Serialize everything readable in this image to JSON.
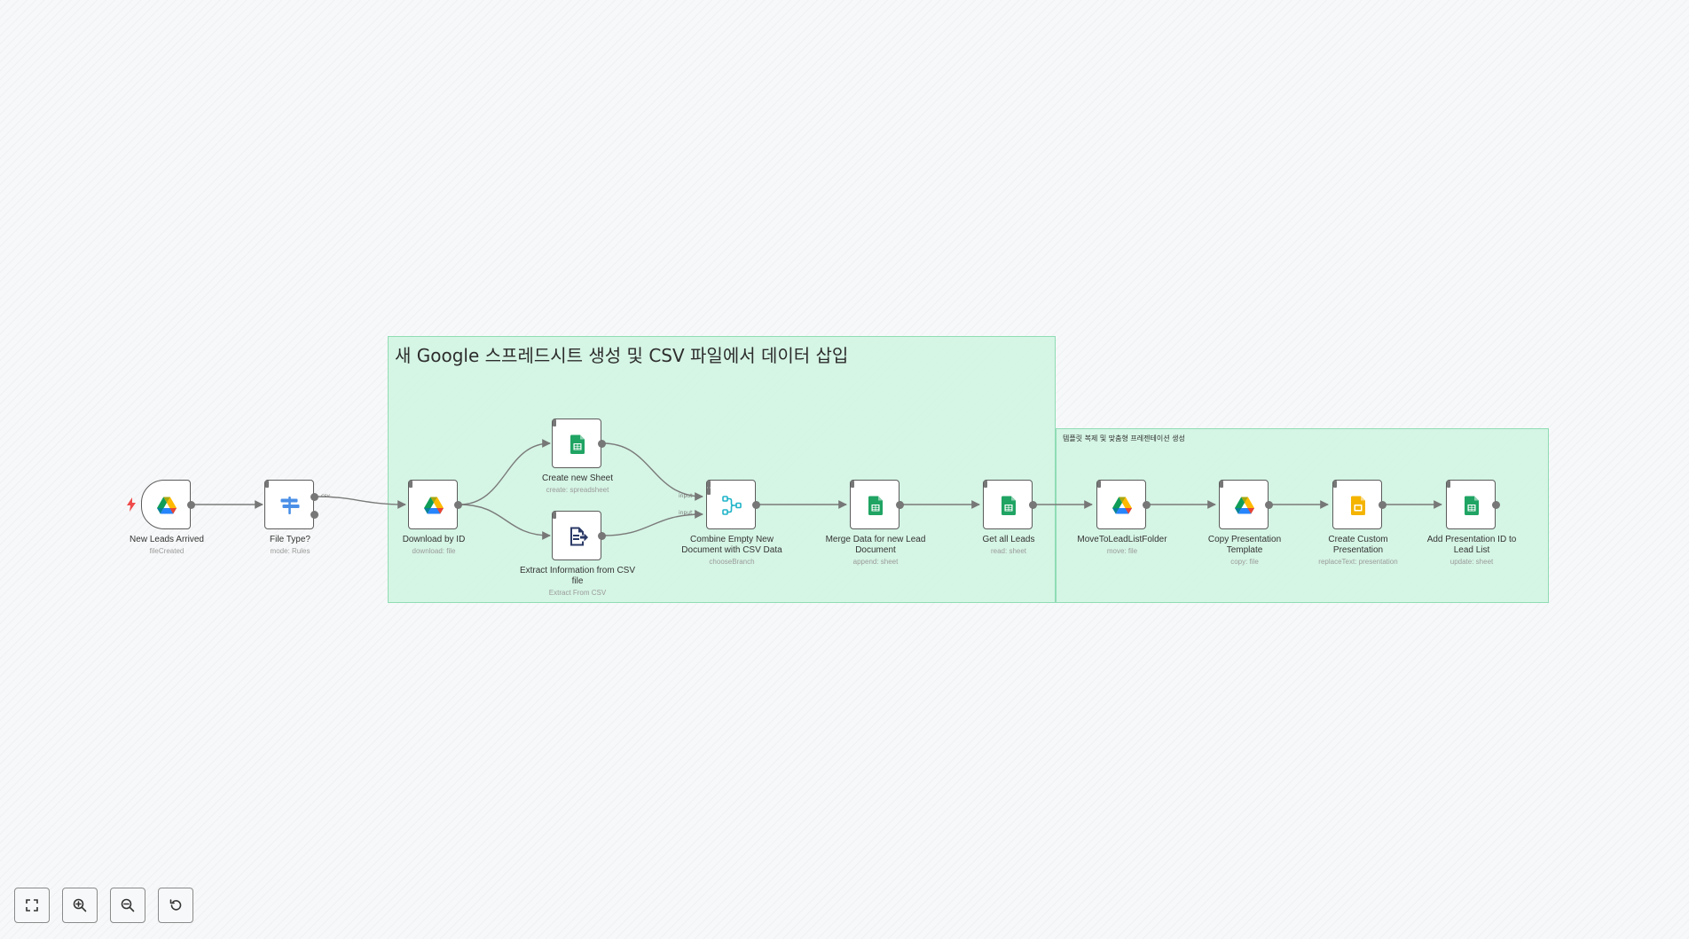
{
  "sticky_notes": [
    {
      "id": "sticky-1",
      "title": "새 Google 스프레드시트 생성 및 CSV 파일에서 데이터 삽입"
    },
    {
      "id": "sticky-2",
      "title": "템플릿 복제 및 맞춤형 프레젠테이션 생성"
    }
  ],
  "nodes": [
    {
      "id": "new-leads",
      "label": "New Leads Arrived",
      "sub": "fileCreated",
      "icon": "google-drive-icon"
    },
    {
      "id": "file-type",
      "label": "File Type?",
      "sub": "mode: Rules",
      "icon": "switch-rules-icon"
    },
    {
      "id": "download",
      "label": "Download by ID",
      "sub": "download: file",
      "icon": "google-drive-icon"
    },
    {
      "id": "create-sheet",
      "label": "Create new Sheet",
      "sub": "create: spreadsheet",
      "icon": "google-sheets-icon"
    },
    {
      "id": "extract-csv",
      "label": "Extract Information from CSV file",
      "sub": "Extract From CSV",
      "icon": "extract-file-icon"
    },
    {
      "id": "combine",
      "label": "Combine Empty New Document with CSV Data",
      "sub": "chooseBranch",
      "icon": "merge-icon"
    },
    {
      "id": "merge-data",
      "label": "Merge Data for new Lead Document",
      "sub": "append: sheet",
      "icon": "google-sheets-icon"
    },
    {
      "id": "get-leads",
      "label": "Get all Leads",
      "sub": "read: sheet",
      "icon": "google-sheets-icon"
    },
    {
      "id": "move-folder",
      "label": "MoveToLeadListFolder",
      "sub": "move: file",
      "icon": "google-drive-icon"
    },
    {
      "id": "copy-template",
      "label": "Copy Presentation Template",
      "sub": "copy: file",
      "icon": "google-drive-icon"
    },
    {
      "id": "create-presentation",
      "label": "Create Custom Presentation",
      "sub": "replaceText: presentation",
      "icon": "google-slides-icon"
    },
    {
      "id": "add-id",
      "label": "Add Presentation ID to Lead List",
      "sub": "update: sheet",
      "icon": "google-sheets-icon"
    }
  ],
  "edge_labels": {
    "csv": "csv",
    "input1": "input 1",
    "input2": "input 2"
  },
  "controls": [
    {
      "id": "fit-view",
      "icon": "fit-view-icon"
    },
    {
      "id": "zoom-in",
      "icon": "zoom-in-icon"
    },
    {
      "id": "zoom-out",
      "icon": "zoom-out-icon"
    },
    {
      "id": "reset-zoom",
      "icon": "undo-icon"
    }
  ],
  "colors": {
    "sticky_fill": "#cdf4e1",
    "sticky_border": "#8fdcb4",
    "node_border": "#5b5b5b",
    "edge": "#777777",
    "trigger_bolt": "#ef4b4b",
    "sheets_green": "#1fa463",
    "slides_yellow": "#f4b400",
    "switch_blue": "#4a8fe7",
    "merge_teal": "#1fb4c8",
    "extract_navy": "#2b3a67"
  }
}
